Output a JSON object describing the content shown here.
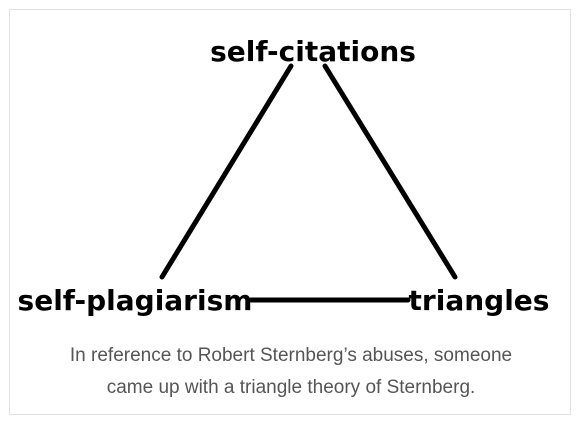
{
  "diagram": {
    "nodes": [
      {
        "id": "top",
        "label": "self-citations"
      },
      {
        "id": "left",
        "label": "self-plagiarism"
      },
      {
        "id": "right",
        "label": "triangles"
      }
    ],
    "edges": [
      {
        "from": "top",
        "to": "left"
      },
      {
        "from": "top",
        "to": "right"
      },
      {
        "from": "left",
        "to": "right"
      }
    ]
  },
  "caption": {
    "line1": "In reference to Robert Sternberg’s abuses, someone",
    "line2": "came up with a triangle theory of Sternberg."
  }
}
